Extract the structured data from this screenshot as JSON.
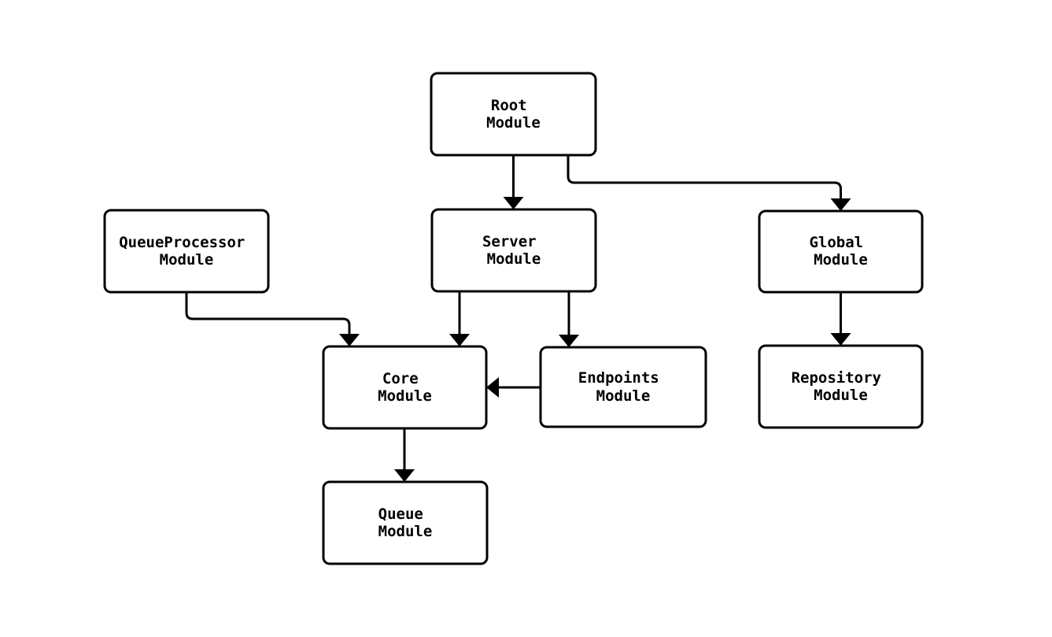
{
  "diagram": {
    "type": "module-dependency-graph",
    "colors": {
      "background": "#ffffff",
      "node_fill": "#ffffff",
      "stroke": "#000000"
    },
    "nodes": [
      {
        "id": "root",
        "label": "Root Module",
        "lines": [
          "Root",
          "Module"
        ]
      },
      {
        "id": "queue-processor",
        "label": "QueueProcessor Module",
        "lines": [
          "QueueProcessor",
          "Module"
        ]
      },
      {
        "id": "server",
        "label": "Server Module",
        "lines": [
          "Server",
          "Module"
        ]
      },
      {
        "id": "global",
        "label": "Global Module",
        "lines": [
          "Global",
          "Module"
        ]
      },
      {
        "id": "core",
        "label": "Core Module",
        "lines": [
          "Core",
          "Module"
        ]
      },
      {
        "id": "endpoints",
        "label": "Endpoints Module",
        "lines": [
          "Endpoints",
          "Module"
        ]
      },
      {
        "id": "repository",
        "label": "Repository Module",
        "lines": [
          "Repository",
          "Module"
        ]
      },
      {
        "id": "queue",
        "label": "Queue Module",
        "lines": [
          "Queue",
          "Module"
        ]
      }
    ],
    "edges": [
      {
        "from": "root",
        "to": "server"
      },
      {
        "from": "root",
        "to": "global"
      },
      {
        "from": "queue-processor",
        "to": "core"
      },
      {
        "from": "server",
        "to": "core"
      },
      {
        "from": "server",
        "to": "endpoints"
      },
      {
        "from": "endpoints",
        "to": "core"
      },
      {
        "from": "global",
        "to": "repository"
      },
      {
        "from": "core",
        "to": "queue"
      }
    ]
  }
}
